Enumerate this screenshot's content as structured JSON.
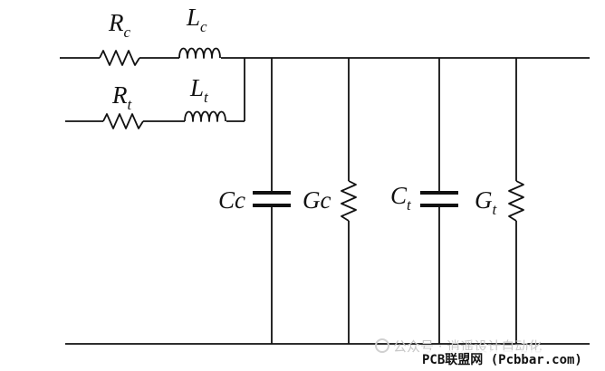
{
  "diagram": {
    "components": {
      "rc": {
        "main": "R",
        "sub": "c"
      },
      "lc": {
        "main": "L",
        "sub": "c"
      },
      "rt": {
        "main": "R",
        "sub": "t"
      },
      "lt": {
        "main": "L",
        "sub": "t"
      },
      "cc": {
        "main": "Cc"
      },
      "gc": {
        "main": "Gc"
      },
      "ct": {
        "main": "C",
        "sub": "t"
      },
      "gt": {
        "main": "G",
        "sub": "t"
      }
    }
  },
  "watermark": {
    "account": "公众号 · 逍遥设计自动化",
    "site": "PCB联盟网 (Pcbbar.com)"
  }
}
